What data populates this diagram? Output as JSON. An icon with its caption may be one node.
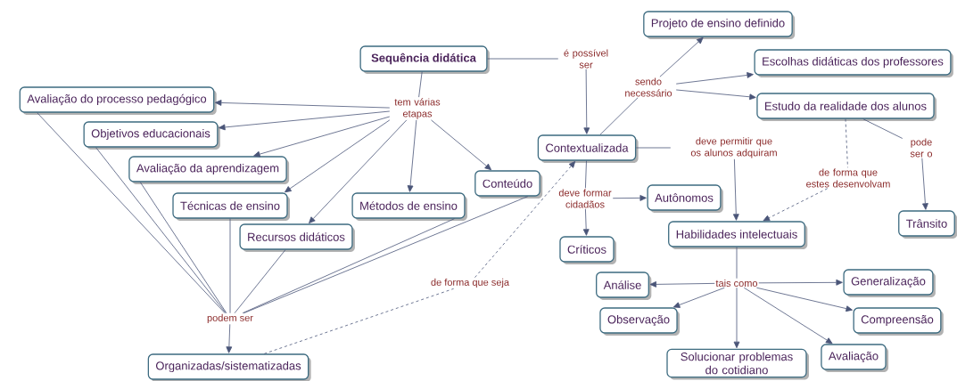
{
  "diagram": {
    "nodes": [
      {
        "text": [
          "Sequência didática"
        ]
      },
      {
        "text": [
          "tem várias etapas"
        ]
      },
      {
        "text": [
          "é possível ser"
        ]
      },
      {
        "text": [
          "Avaliação do processo pedagógico"
        ]
      },
      {
        "text": [
          "Objetivos educacionais"
        ]
      },
      {
        "text": [
          "Avaliação da aprendizagem"
        ]
      },
      {
        "text": [
          "Técnicas de ensino"
        ]
      },
      {
        "text": [
          "Métodos de ensino"
        ]
      },
      {
        "text": [
          "Conteúdo"
        ]
      },
      {
        "text": [
          "Recursos didáticos"
        ]
      },
      {
        "text": [
          "podem ser"
        ]
      },
      {
        "text": [
          "Organizadas/sistematizadas"
        ]
      },
      {
        "text": [
          "de forma que seja"
        ]
      },
      {
        "text": [
          "Contextualizada"
        ]
      },
      {
        "text": [
          "sendo necessário"
        ]
      },
      {
        "text": [
          "Projeto de ensino definido"
        ]
      },
      {
        "text": [
          "Escolhas didáticas dos professores"
        ]
      },
      {
        "text": [
          "Estudo da realidade dos alunos"
        ]
      },
      {
        "text": [
          "deve permitir que os alunos adquiram"
        ]
      },
      {
        "text": [
          "deve formar cidadãos"
        ]
      },
      {
        "text": [
          "Autônomos"
        ]
      },
      {
        "text": [
          "Críticos"
        ]
      },
      {
        "text": [
          "de forma que estes desenvolvam"
        ]
      },
      {
        "text": [
          "pode ser o"
        ]
      },
      {
        "text": [
          "Trânsito"
        ]
      },
      {
        "text": [
          "Habilidades intelectuais"
        ]
      },
      {
        "text": [
          "tais como"
        ]
      },
      {
        "text": [
          "Análise"
        ]
      },
      {
        "text": [
          "Generalização"
        ]
      },
      {
        "text": [
          "Observação"
        ]
      },
      {
        "text": [
          "Compreensão"
        ]
      },
      {
        "text": [
          "Solucionar problemas do cotidiano"
        ]
      },
      {
        "text": [
          "Avaliação"
        ]
      }
    ],
    "edges": [
      {
        "from": 0,
        "to": 1,
        "arrow": "none"
      },
      {
        "from": 1,
        "to": 3,
        "arrow": "to"
      },
      {
        "from": 1,
        "to": 4,
        "arrow": "to"
      },
      {
        "from": 1,
        "to": 5,
        "arrow": "to"
      },
      {
        "from": 1,
        "to": 6,
        "arrow": "to"
      },
      {
        "from": 1,
        "to": 9,
        "arrow": "to"
      },
      {
        "from": 1,
        "to": 7,
        "arrow": "to"
      },
      {
        "from": 1,
        "to": 8,
        "arrow": "to"
      },
      {
        "from": 3,
        "to": 10,
        "arrow": "none"
      },
      {
        "from": 4,
        "to": 10,
        "arrow": "none"
      },
      {
        "from": 5,
        "to": 10,
        "arrow": "none"
      },
      {
        "from": 6,
        "to": 10,
        "arrow": "none"
      },
      {
        "from": 9,
        "to": 10,
        "arrow": "none"
      },
      {
        "from": 7,
        "to": 10,
        "arrow": "none"
      },
      {
        "from": 8,
        "to": 10,
        "arrow": "none"
      },
      {
        "from": 10,
        "to": 11,
        "arrow": "to"
      },
      {
        "from": 11,
        "to": 12,
        "arrow": "none",
        "style": "dashed"
      },
      {
        "from": 12,
        "to": 13,
        "arrow": "to",
        "style": "dashed"
      },
      {
        "from": 0,
        "to": 2,
        "arrow": "none"
      },
      {
        "from": 2,
        "to": 13,
        "arrow": "to"
      },
      {
        "from": 13,
        "to": 14,
        "arrow": "none"
      },
      {
        "from": 14,
        "to": 15,
        "arrow": "to"
      },
      {
        "from": 14,
        "to": 16,
        "arrow": "to"
      },
      {
        "from": 14,
        "to": 17,
        "arrow": "to"
      },
      {
        "from": 13,
        "to": 18,
        "arrow": "none"
      },
      {
        "from": 18,
        "to": 25,
        "arrow": "to"
      },
      {
        "from": 13,
        "to": 19,
        "arrow": "none"
      },
      {
        "from": 19,
        "to": 20,
        "arrow": "to"
      },
      {
        "from": 19,
        "to": 21,
        "arrow": "to"
      },
      {
        "from": 17,
        "to": 22,
        "arrow": "none",
        "style": "dashed"
      },
      {
        "from": 22,
        "to": 25,
        "arrow": "to",
        "style": "dashed"
      },
      {
        "from": 17,
        "to": 23,
        "arrow": "none"
      },
      {
        "from": 23,
        "to": 24,
        "arrow": "to"
      },
      {
        "from": 25,
        "to": 26,
        "arrow": "none"
      },
      {
        "from": 26,
        "to": 27,
        "arrow": "to"
      },
      {
        "from": 26,
        "to": 28,
        "arrow": "to"
      },
      {
        "from": 26,
        "to": 29,
        "arrow": "to"
      },
      {
        "from": 26,
        "to": 30,
        "arrow": "to"
      },
      {
        "from": 26,
        "to": 31,
        "arrow": "to"
      },
      {
        "from": 26,
        "to": 32,
        "arrow": "to"
      }
    ]
  }
}
